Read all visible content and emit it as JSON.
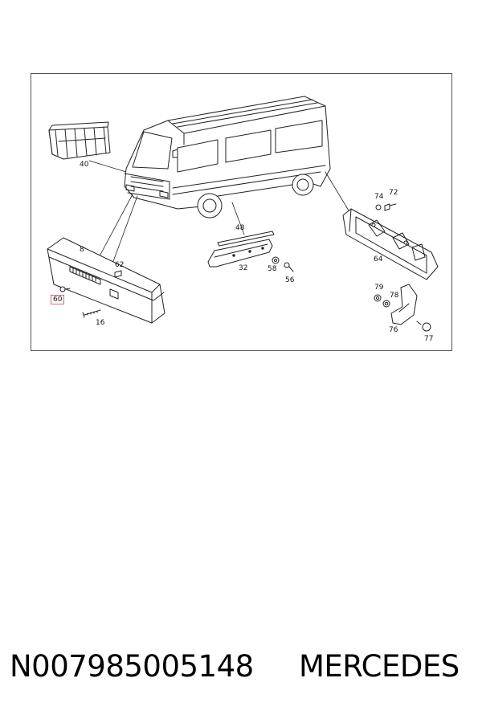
{
  "callouts": {
    "c40": "40",
    "c8": "8",
    "c62": "62",
    "c60": "60",
    "c16": "16",
    "c48": "48",
    "c32": "32",
    "c58": "58",
    "c56": "56",
    "c74": "74",
    "c72": "72",
    "c64": "64",
    "c79": "79",
    "c78": "78",
    "c76": "76",
    "c77": "77"
  },
  "highlighted_callout": "60",
  "highlight_color": "#e0666e",
  "footer": {
    "part_number": "N007985005148",
    "brand": "MERCEDES"
  }
}
